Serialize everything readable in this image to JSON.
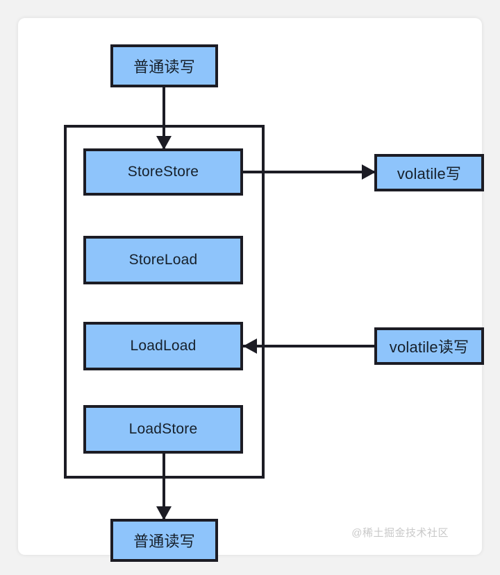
{
  "diagram": {
    "title": "volatile memory barrier insertion diagram",
    "colors": {
      "node_fill": "#8ec4fb",
      "stroke": "#1c1c24",
      "card_bg": "#ffffff",
      "page_bg": "#f2f2f2",
      "watermark": "#c9c9c9"
    },
    "nodes": {
      "top_normal_rw": "普通读写",
      "store_store": "StoreStore",
      "store_load": "StoreLoad",
      "load_load": "LoadLoad",
      "load_store": "LoadStore",
      "bottom_normal_rw": "普通读写",
      "volatile_write": "volatile写",
      "volatile_read_write": "volatile读写"
    },
    "group_label": "",
    "edges": [
      {
        "from": "普通读写",
        "to": "StoreStore",
        "direction": "down"
      },
      {
        "from": "StoreStore",
        "to": "volatile写",
        "direction": "right"
      },
      {
        "from": "volatile读写",
        "to": "LoadLoad",
        "direction": "left"
      },
      {
        "from": "LoadStore",
        "to": "普通读写",
        "direction": "down"
      }
    ]
  },
  "watermark": {
    "text": "@稀土掘金技术社区"
  }
}
